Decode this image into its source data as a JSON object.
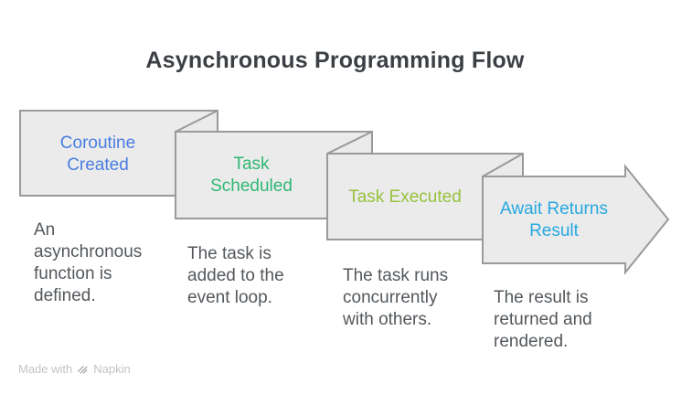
{
  "title": "Asynchronous Programming Flow",
  "steps": [
    {
      "label": "Coroutine Created",
      "label_color": "#4a7ee2",
      "description": "An asynchronous function is defined."
    },
    {
      "label": "Task Scheduled",
      "label_color": "#2fb873",
      "description": "The task is added to the event loop."
    },
    {
      "label": "Task Executed",
      "label_color": "#96c23d",
      "description": "The task runs concurrently with others."
    },
    {
      "label": "Await Returns Result",
      "label_color": "#27a8e0",
      "description": "The result is returned and rendered."
    }
  ],
  "footer": {
    "made_with": "Made with",
    "brand": "Napkin"
  },
  "colors": {
    "background": "#ffffff",
    "sheet_fill": "#ebebeb",
    "sheet_stroke": "#9a9a9a",
    "title_text": "#3c4045",
    "description_text": "#54585c",
    "footer_text": "#c4c4c4",
    "footer_icon": "#adadad"
  }
}
